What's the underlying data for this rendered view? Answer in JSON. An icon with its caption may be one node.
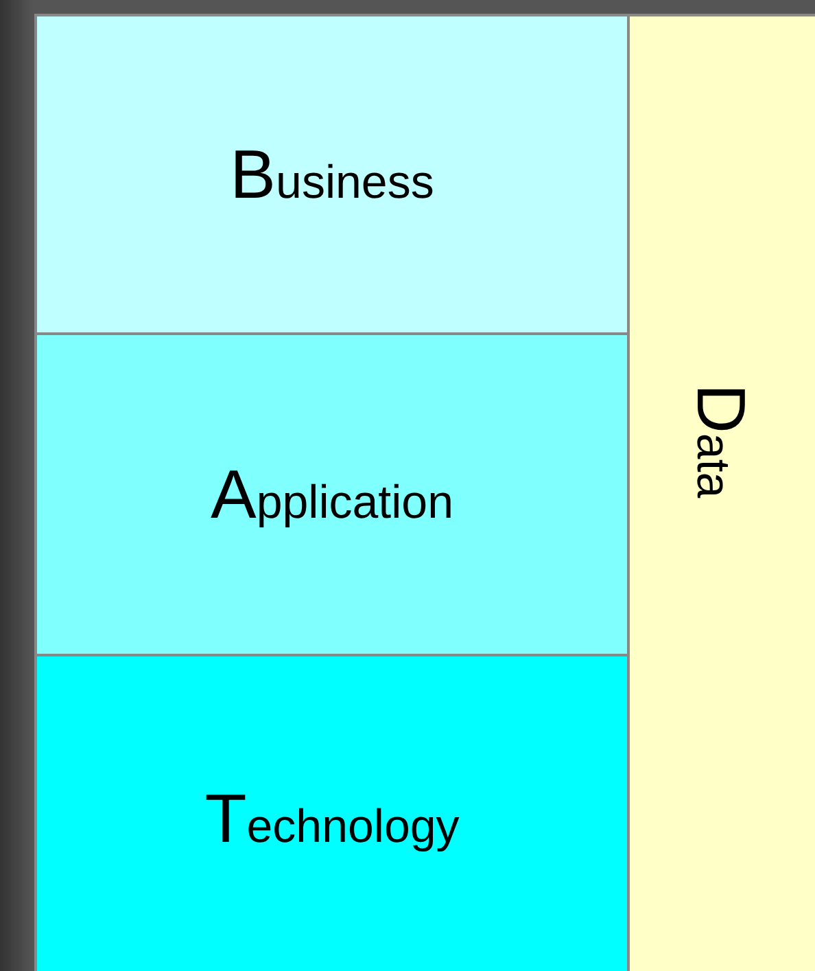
{
  "diagram": {
    "nodes": [
      {
        "text": [
          "Business"
        ]
      },
      {
        "text": [
          "Application"
        ]
      },
      {
        "text": [
          "Technology"
        ]
      },
      {
        "text": [
          "Data"
        ]
      }
    ]
  }
}
